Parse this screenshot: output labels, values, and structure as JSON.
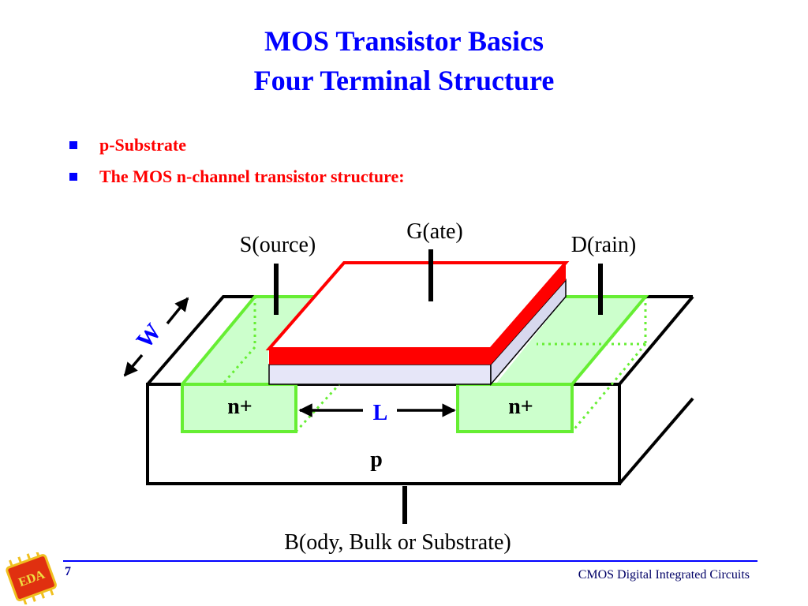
{
  "slide": {
    "title_line1": "MOS Transistor Basics",
    "title_line2": "Four Terminal Structure",
    "bullets": [
      "p-Substrate",
      "The MOS n-channel transistor structure:"
    ]
  },
  "diagram": {
    "labels": {
      "gate": "G(ate)",
      "source": "S(ource)",
      "drain": "D(rain)",
      "width": "W",
      "length": "L",
      "n_left": "n+",
      "n_right": "n+",
      "substrate": "p",
      "body": "B(ody, Bulk or Substrate)"
    },
    "colors": {
      "gate": "#ff0000",
      "oxide": "#e6e6f8",
      "diffusion_fill": "#ccffcc",
      "diffusion_edge": "#66ee33",
      "accent": "#0000ff"
    }
  },
  "footer": {
    "page_number": "7",
    "course": "CMOS Digital Integrated Circuits",
    "logo_text": "EDA"
  }
}
